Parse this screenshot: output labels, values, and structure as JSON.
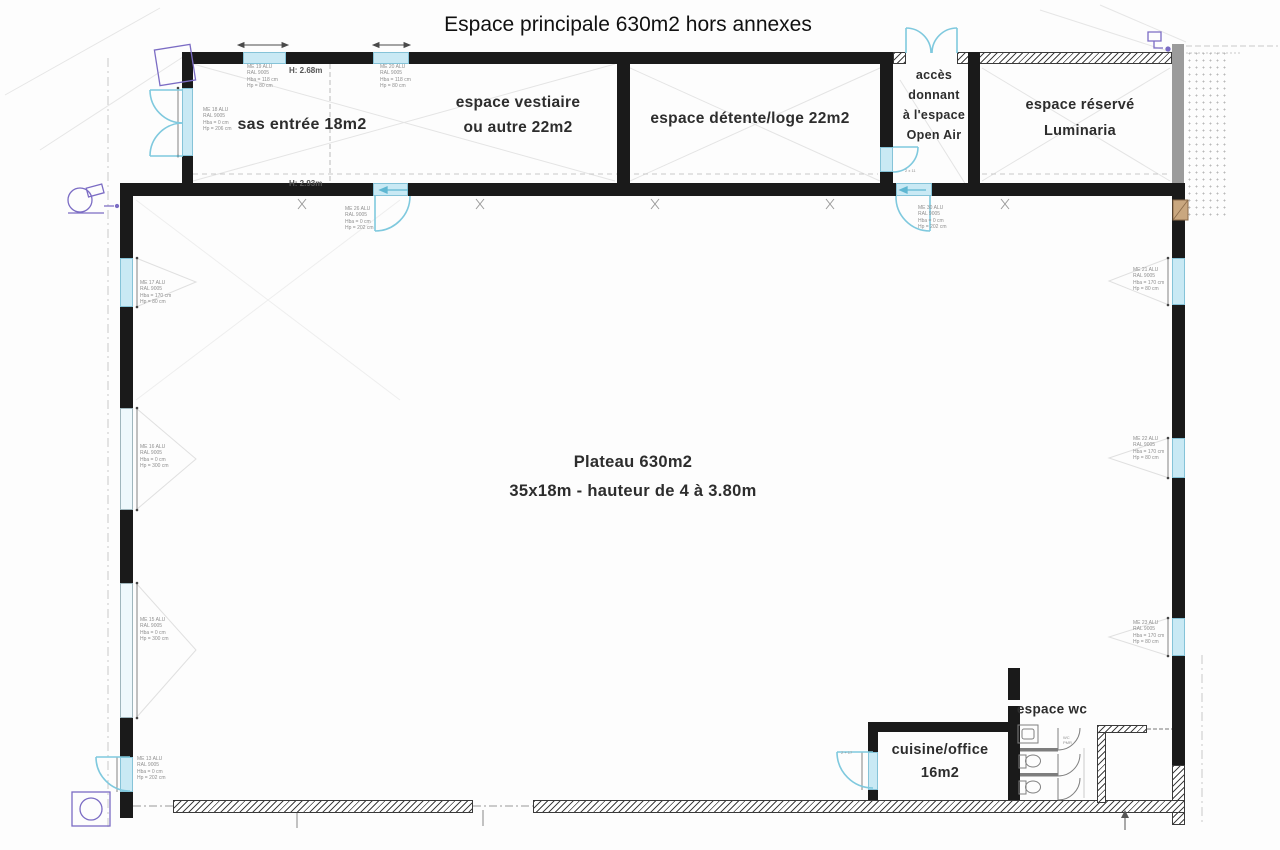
{
  "title": "Espace principale 630m2 hors annexes",
  "rooms": {
    "sas": "sas entrée 18m2",
    "vestiaire": "espace vestiaire\nou autre 22m2",
    "detente": "espace détente/loge 22m2",
    "acces": "accès\ndonnant\nà l'espace\nOpen Air",
    "luminaria": "espace réservé\nLuminaria",
    "plateau": "Plateau 630m2\n35x18m - hauteur de 4 à 3.80m",
    "cuisine": "cuisine/office\n16m2",
    "wc": "espace wc"
  },
  "heights": {
    "upper": "H: 2.68m",
    "lower": "H: 2.93m"
  },
  "specs": {
    "top_door_left": "ME 19 ALU\nRAL 9005\nHba = 118 cm\nHp = 80 cm",
    "top_door_right": "ME 20 ALU\nRAL 9005\nHba = 118 cm\nHp = 80 cm",
    "entrance_door": "ME 18 ALU\nRAL 9005\nHba = 0 cm\nHp = 206 cm",
    "plateau_door": "ME 26 ALU\nRAL 9005\nHba = 0 cm\nHp = 202 cm",
    "corridor_door": "ME 30 ALU\nRAL 9005\nHba = 0 cm\nHp = 202 cm",
    "left_window_1": "ME 17 ALU\nRAL 9005\nHba = 170 cm\nHp = 80 cm",
    "left_window_2": "ME 16 ALU\nRAL 9005\nHba = 0 cm\nHp = 300 cm",
    "left_window_3": "ME 15 ALU\nRAL 9005\nHba = 0 cm\nHp = 300 cm",
    "left_door": "ME 13 ALU\nRAL 9005\nHba = 0 cm\nHp = 202 cm",
    "right_window_1": "ME 21 ALU\nRAL 9005\nHba = 170 cm\nHp = 80 cm",
    "right_window_2": "ME 22 ALU\nRAL 9005\nHba = 170 cm\nHp = 80 cm",
    "right_window_3": "ME 23 ALU\nRAL 9005\nHba = 170 cm\nHp = 80 cm",
    "cuisine_door_note": "2 + 17",
    "corridor_note": "2 x 11",
    "wc_note": "WC\nPMR"
  },
  "colors": {
    "wall": "#1a1a1a",
    "gray_wall": "#9b9b9b",
    "opening_fill": "#c9e9f4",
    "door_arc": "#7fc9de",
    "annotation_purple": "#7b6cc4",
    "spec_text": "#8f8f8f"
  }
}
